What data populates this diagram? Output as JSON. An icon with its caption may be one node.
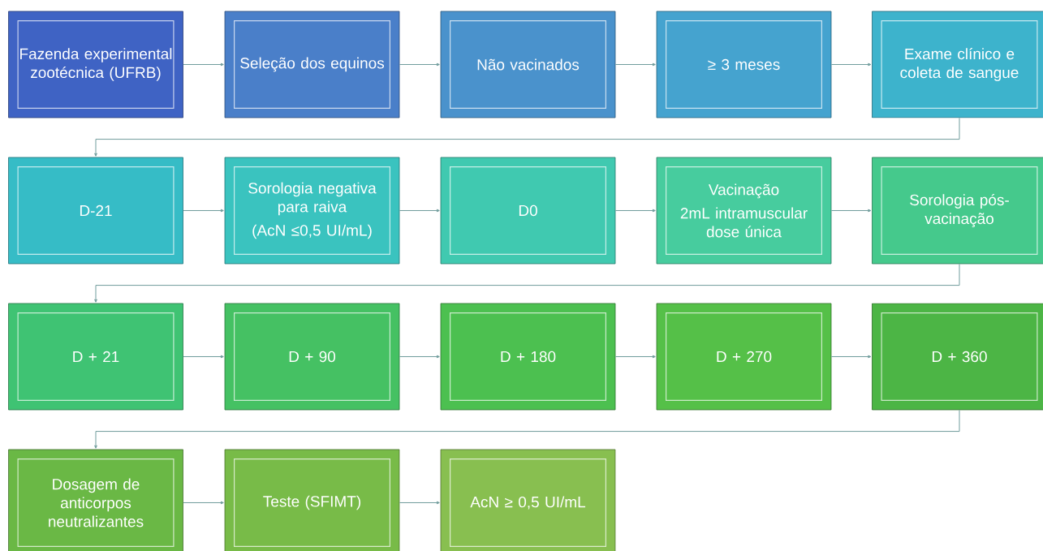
{
  "diagram": {
    "nodes": [
      {
        "text": [
          "Fazenda experimental zootécnica (UFRB)"
        ]
      },
      {
        "text": [
          "Seleção dos equinos"
        ]
      },
      {
        "text": [
          "Não vacinados"
        ]
      },
      {
        "text": [
          "≥ 3 meses"
        ]
      },
      {
        "text": [
          "Exame clínico e coleta de sangue"
        ]
      },
      {
        "text": [
          "D-21"
        ]
      },
      {
        "text": [
          "Sorologia negativa para raiva",
          "(AcN ≤0,5 UI/mL)"
        ]
      },
      {
        "text": [
          "D0"
        ]
      },
      {
        "text": [
          "Vacinação",
          "2mL intramuscular dose única"
        ]
      },
      {
        "text": [
          "Sorologia pós-vacinação"
        ]
      },
      {
        "text": [
          "D + 21"
        ]
      },
      {
        "text": [
          "D + 90"
        ]
      },
      {
        "text": [
          "D + 180"
        ]
      },
      {
        "text": [
          "D + 270"
        ]
      },
      {
        "text": [
          "D + 360"
        ]
      },
      {
        "text": [
          "Dosagem de anticorpos neutralizantes"
        ]
      },
      {
        "text": [
          "Teste (SFIMT)"
        ]
      },
      {
        "text": [
          "AcN ≥ 0,5 UI/mL"
        ]
      }
    ],
    "edges": [
      {
        "from": 0,
        "to": 1,
        "arrow": "to"
      },
      {
        "from": 1,
        "to": 2,
        "arrow": "to"
      },
      {
        "from": 2,
        "to": 3,
        "arrow": "to"
      },
      {
        "from": 3,
        "to": 4,
        "arrow": "to"
      },
      {
        "from": 4,
        "to": 5,
        "arrow": "to"
      },
      {
        "from": 5,
        "to": 6,
        "arrow": "to"
      },
      {
        "from": 6,
        "to": 7,
        "arrow": "to"
      },
      {
        "from": 7,
        "to": 8,
        "arrow": "to"
      },
      {
        "from": 8,
        "to": 9,
        "arrow": "to"
      },
      {
        "from": 9,
        "to": 10,
        "arrow": "to"
      },
      {
        "from": 10,
        "to": 11,
        "arrow": "to"
      },
      {
        "from": 11,
        "to": 12,
        "arrow": "to"
      },
      {
        "from": 12,
        "to": 13,
        "arrow": "to"
      },
      {
        "from": 13,
        "to": 14,
        "arrow": "to"
      },
      {
        "from": 14,
        "to": 15,
        "arrow": "to"
      },
      {
        "from": 15,
        "to": 16,
        "arrow": "to"
      },
      {
        "from": 16,
        "to": 17,
        "arrow": "to"
      }
    ]
  }
}
